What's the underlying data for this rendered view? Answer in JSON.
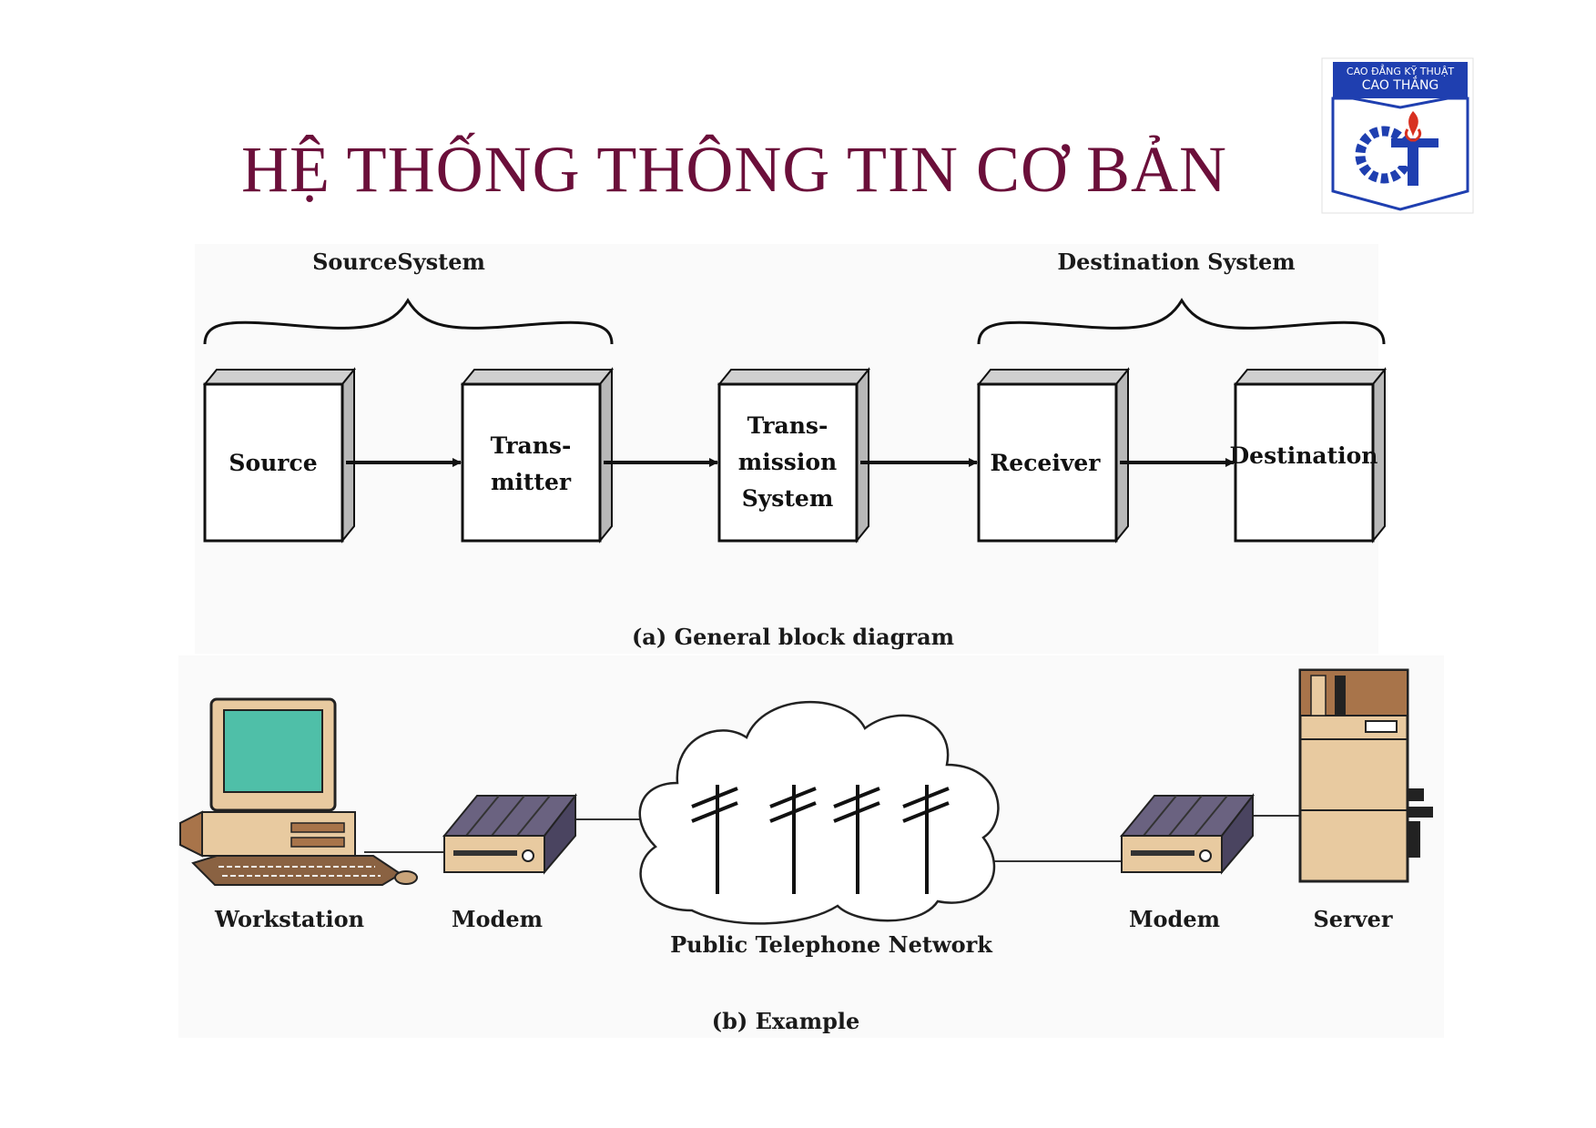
{
  "title": "HỆ THỐNG THÔNG TIN CƠ BẢN",
  "logo": {
    "line1": "CAO ĐẲNG KỸ THUẬT",
    "line2": "CAO THẮNG"
  },
  "diagram_a": {
    "source_group": "SourceSystem",
    "destination_group": "Destination System",
    "blocks": [
      {
        "lines": [
          "Source"
        ]
      },
      {
        "lines": [
          "Trans-",
          "mitter"
        ]
      },
      {
        "lines": [
          "Trans-",
          "mission",
          "System"
        ]
      },
      {
        "lines": [
          "Receiver"
        ]
      },
      {
        "lines": [
          "Destination"
        ]
      }
    ],
    "caption": "(a) General block diagram"
  },
  "diagram_b": {
    "workstation": "Workstation",
    "modem_left": "Modem",
    "network": "Public Telephone Network",
    "modem_right": "Modem",
    "server": "Server",
    "caption": "(b) Example"
  },
  "colors": {
    "title": "#6b0f3a",
    "screen": "#4fbfa8",
    "beige": "#e8caa0",
    "brown": "#a8744a",
    "modem": "#6a6280",
    "logo_blue": "#1f3fb0",
    "logo_red": "#d83020"
  }
}
